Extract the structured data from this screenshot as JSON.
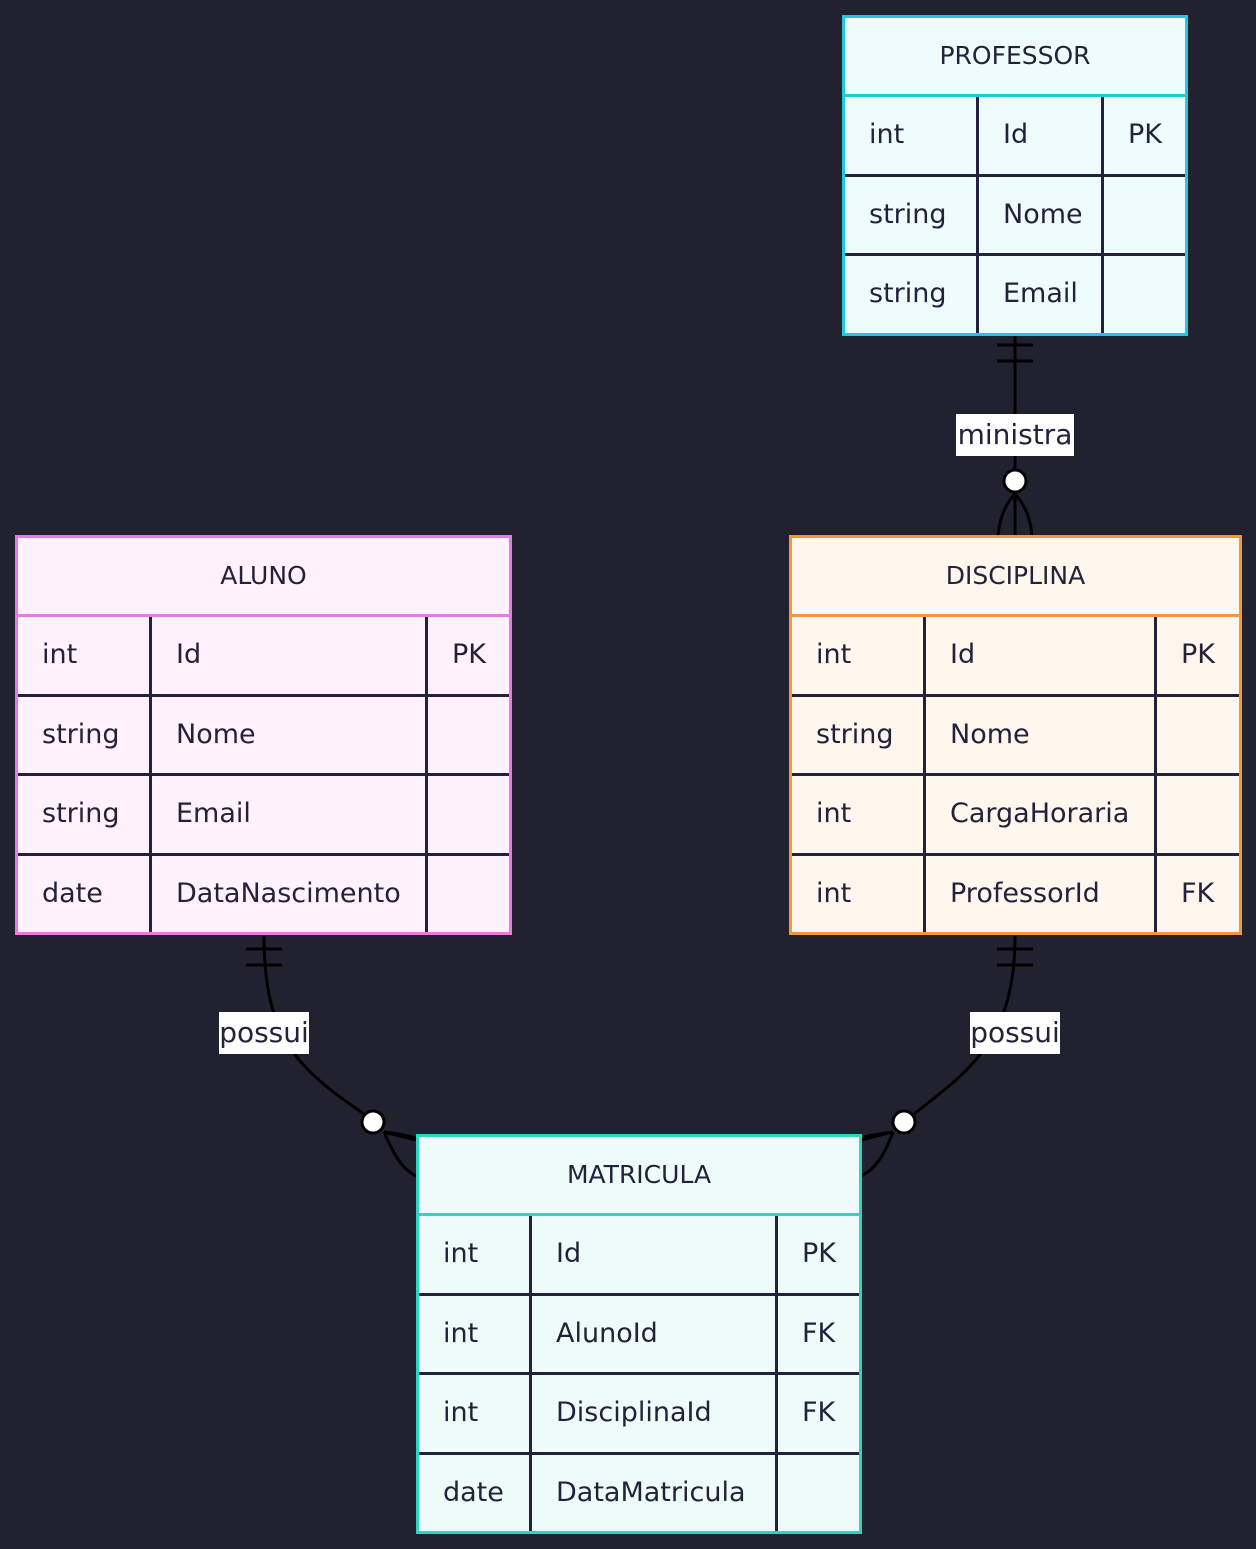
{
  "entities": {
    "professor": {
      "name": "PROFESSOR",
      "border": "#1fc9df",
      "fill": "#effcfd",
      "rows": [
        {
          "type": "int",
          "name": "Id",
          "key": "PK"
        },
        {
          "type": "string",
          "name": "Nome",
          "key": ""
        },
        {
          "type": "string",
          "name": "Email",
          "key": ""
        }
      ]
    },
    "aluno": {
      "name": "ALUNO",
      "border": "#e57ae8",
      "fill": "#fff2fd",
      "rows": [
        {
          "type": "int",
          "name": "Id",
          "key": "PK"
        },
        {
          "type": "string",
          "name": "Nome",
          "key": ""
        },
        {
          "type": "string",
          "name": "Email",
          "key": ""
        },
        {
          "type": "date",
          "name": "DataNascimento",
          "key": ""
        }
      ]
    },
    "disciplina": {
      "name": "DISCIPLINA",
      "border": "#f7953c",
      "fill": "#fff6ed",
      "rows": [
        {
          "type": "int",
          "name": "Id",
          "key": "PK"
        },
        {
          "type": "string",
          "name": "Nome",
          "key": ""
        },
        {
          "type": "int",
          "name": "CargaHoraria",
          "key": ""
        },
        {
          "type": "int",
          "name": "ProfessorId",
          "key": "FK"
        }
      ]
    },
    "matricula": {
      "name": "MATRICULA",
      "border": "#2ed4bf",
      "fill": "#eefcf9",
      "rows": [
        {
          "type": "int",
          "name": "Id",
          "key": "PK"
        },
        {
          "type": "int",
          "name": "AlunoId",
          "key": "FK"
        },
        {
          "type": "int",
          "name": "DisciplinaId",
          "key": "FK"
        },
        {
          "type": "date",
          "name": "DataMatricula",
          "key": ""
        }
      ]
    }
  },
  "relationships": {
    "professor_disciplina": {
      "label": "ministra",
      "from": "PROFESSOR",
      "to": "DISCIPLINA",
      "cardinality": "one-to-zero-or-many"
    },
    "aluno_matricula": {
      "label": "possui",
      "from": "ALUNO",
      "to": "MATRICULA",
      "cardinality": "one-to-zero-or-many"
    },
    "disciplina_matricula": {
      "label": "possui",
      "from": "DISCIPLINA",
      "to": "MATRICULA",
      "cardinality": "one-to-zero-or-many"
    }
  },
  "colors": {
    "background": "#22212f",
    "line": "#000000",
    "label_bg": "#ffffff"
  }
}
